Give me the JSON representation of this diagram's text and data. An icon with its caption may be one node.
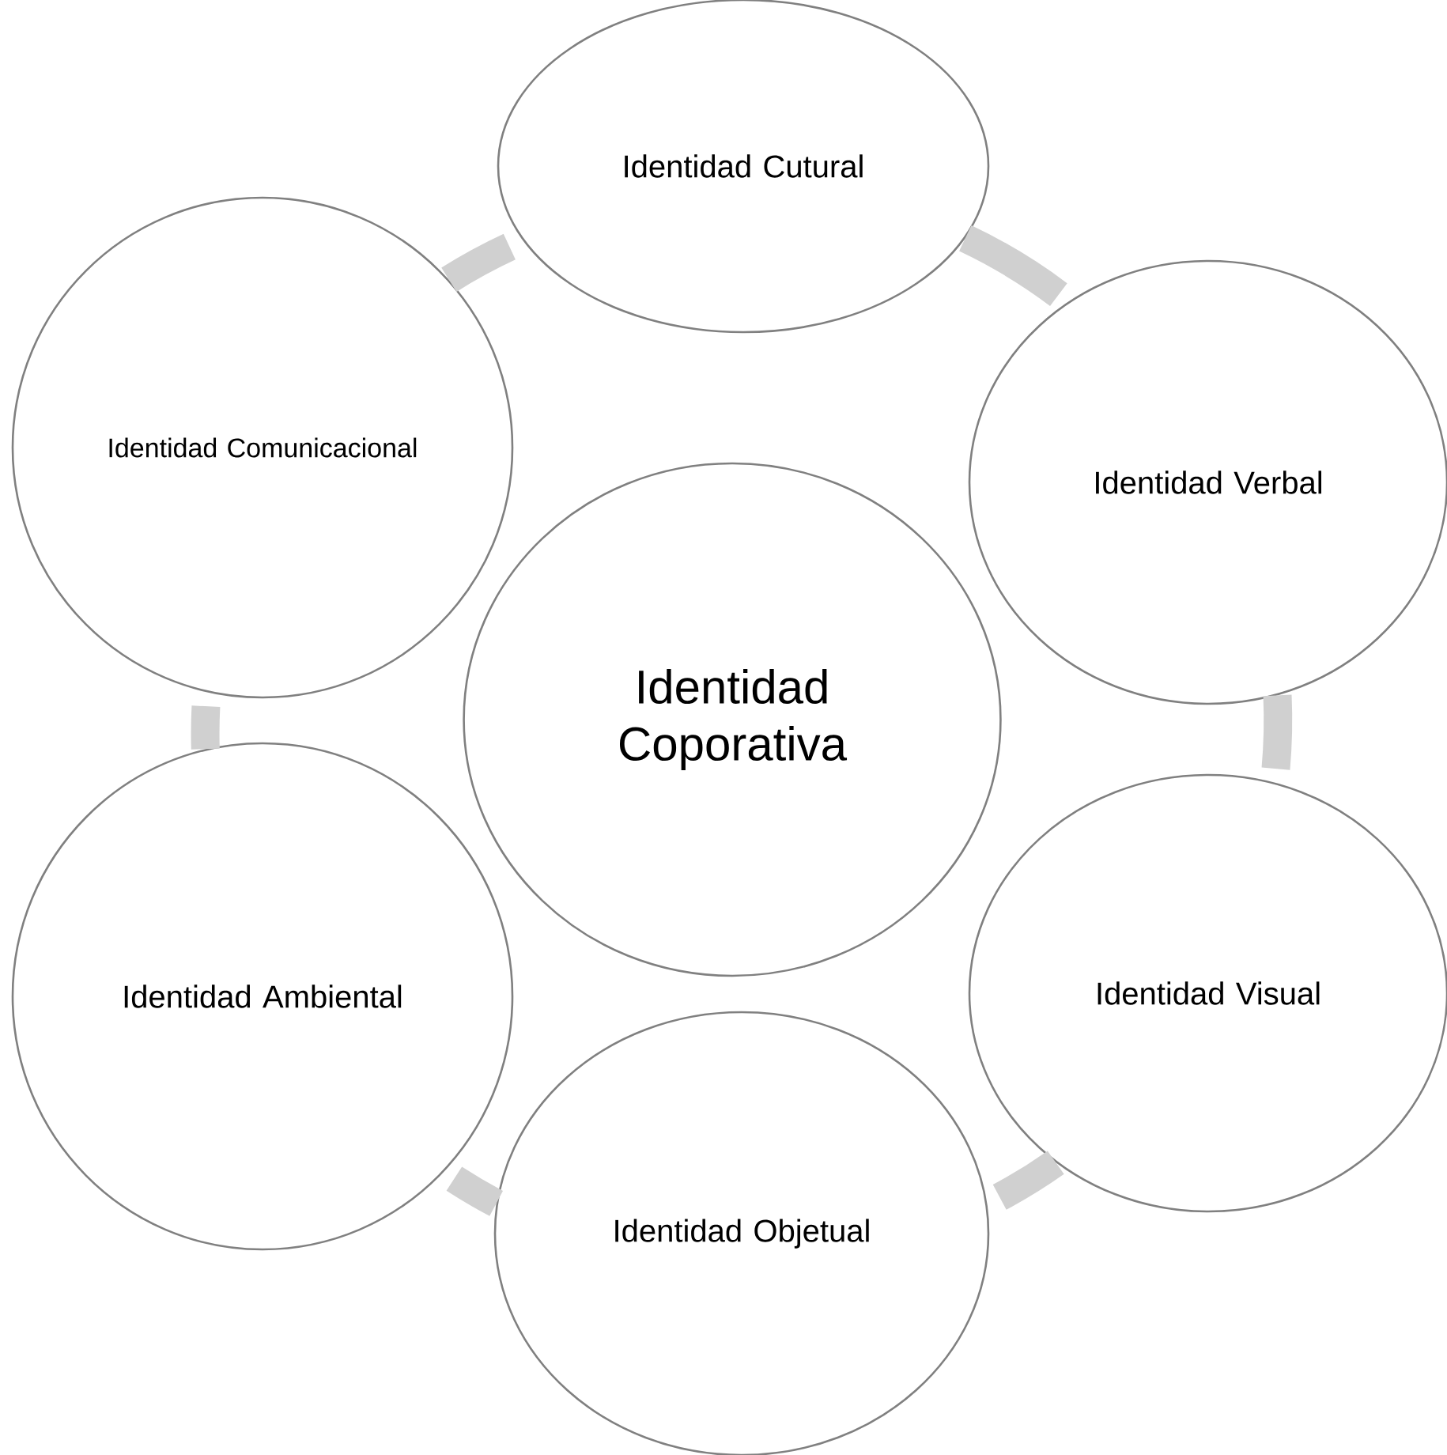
{
  "diagram": {
    "nodes": [
      {
        "text": [
          "Identidad Coporativa"
        ]
      },
      {
        "text": [
          "Identidad Cutural"
        ]
      },
      {
        "text": [
          "Identidad Verbal"
        ]
      },
      {
        "text": [
          "Identidad Visual"
        ]
      },
      {
        "text": [
          "Identidad Objetual"
        ]
      },
      {
        "text": [
          "Identidad Ambiental"
        ]
      },
      {
        "text": [
          "Identidad Comunicacional"
        ]
      }
    ],
    "edges": [
      {
        "from": 1,
        "to": 2,
        "arrow": "none"
      },
      {
        "from": 2,
        "to": 3,
        "arrow": "none"
      },
      {
        "from": 3,
        "to": 4,
        "arrow": "none"
      },
      {
        "from": 4,
        "to": 5,
        "arrow": "none"
      },
      {
        "from": 5,
        "to": 6,
        "arrow": "none"
      },
      {
        "from": 6,
        "to": 1,
        "arrow": "none"
      }
    ]
  }
}
